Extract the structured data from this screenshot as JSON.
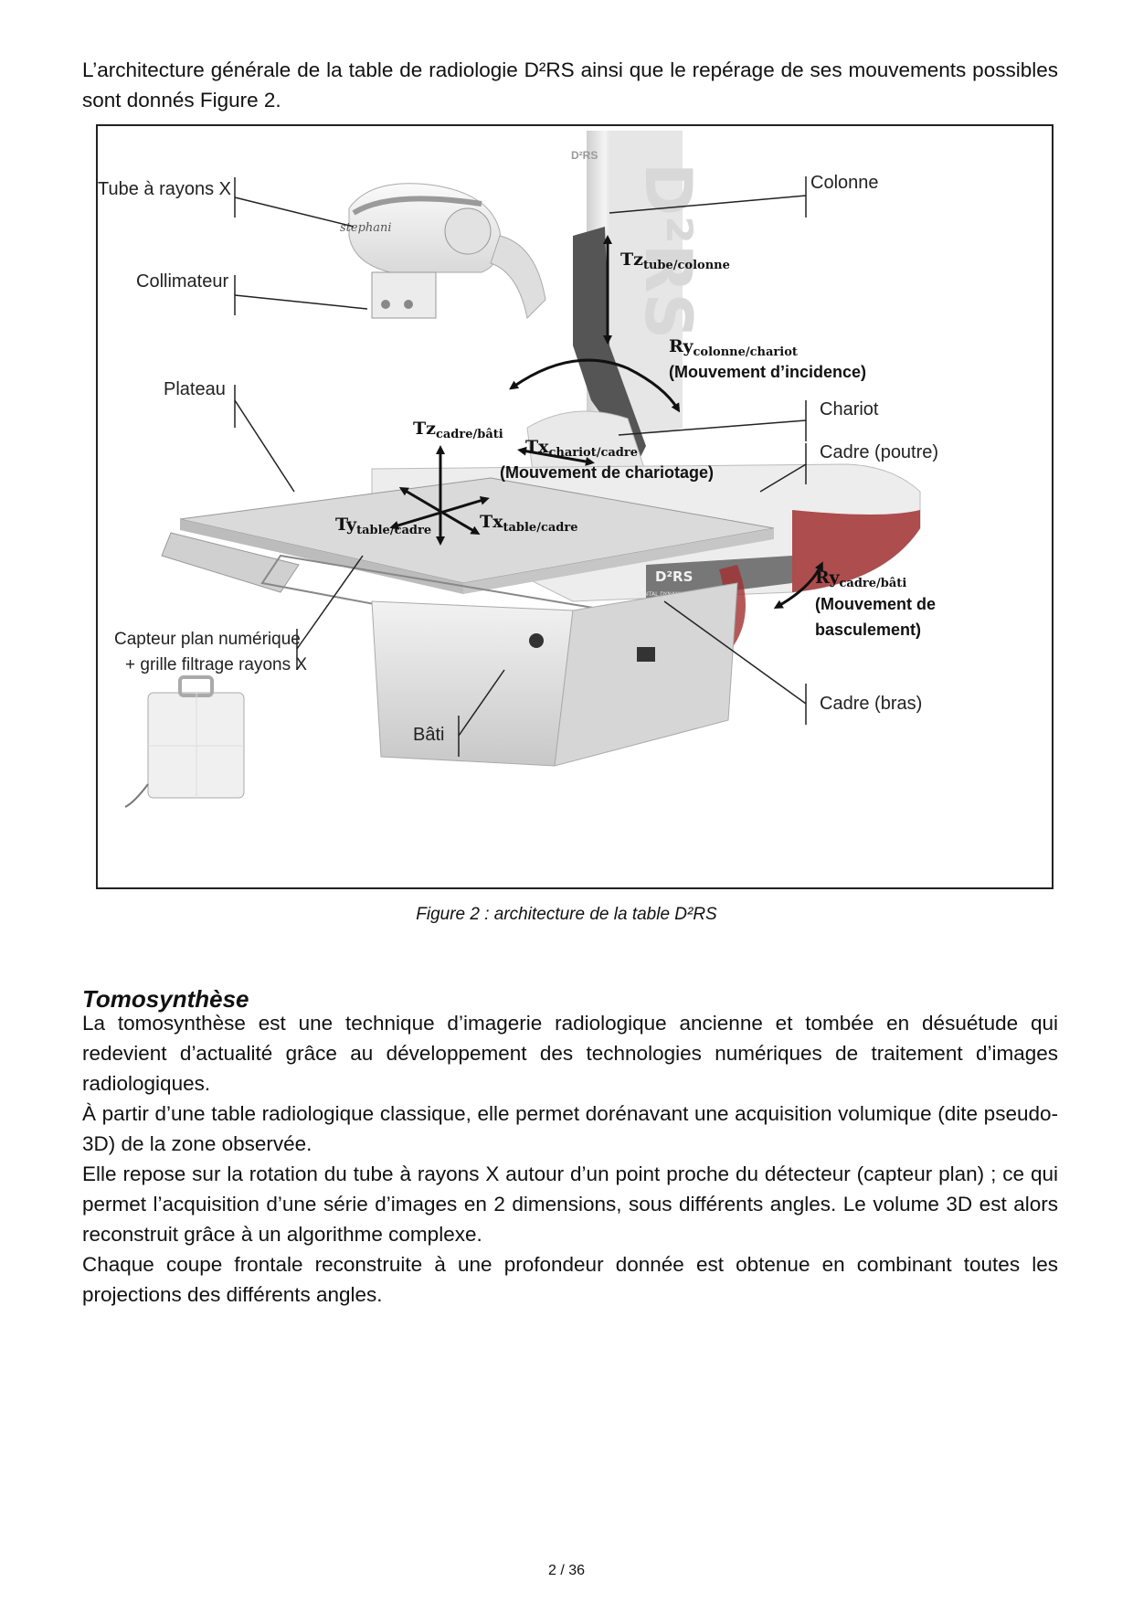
{
  "intro": "L’architecture générale de la table de radiologie D²RS ainsi que le repérage de ses mouvements possibles sont donnés Figure 2.",
  "figure": {
    "labels": {
      "tube": "Tube à rayons X",
      "collimateur": "Collimateur",
      "plateau": "Plateau",
      "colonne": "Colonne",
      "chariot": "Chariot",
      "cadre_poutre": "Cadre (poutre)",
      "cadre_bras": "Cadre (bras)",
      "bati": "Bâti",
      "capteur_line1": "Capteur plan numérique",
      "capteur_line2": "+ grille filtrage rayons X"
    },
    "movements": {
      "tz_tube": {
        "main": "Tz",
        "sub": "tube/colonne"
      },
      "ry_colonne": {
        "main": "Ry",
        "sub": "colonne/chariot",
        "desc": "(Mouvement d’incidence)"
      },
      "tz_cadre": {
        "main": "Tz",
        "sub": "cadre/bâti"
      },
      "tx_chariot": {
        "main": "Tx",
        "sub": "chariot/cadre",
        "desc": "(Mouvement de chariotage)"
      },
      "ty_table": {
        "main": "Ty",
        "sub": "table/cadre"
      },
      "tx_table": {
        "main": "Tx",
        "sub": "table/cadre"
      },
      "ry_cadre": {
        "main": "Ry",
        "sub": "cadre/bâti",
        "desc_line1": "(Mouvement de",
        "desc_line2": "basculement)"
      }
    },
    "brand": {
      "tube_logo": "stephani",
      "column_logo": "D²RS",
      "frame_logo": "D²RS",
      "frame_tagline": "DIGITAL DYNAMIC REMOTE SYSTEM"
    },
    "caption": "Figure 2 : architecture de la table D²RS"
  },
  "section": {
    "title": "Tomosynthèse",
    "paragraphs": [
      "La tomosynthèse est une technique d’imagerie radiologique ancienne et tombée en désuétude qui redevient d’actualité grâce au développement des technologies numériques de traitement d’images radiologiques.",
      "À partir d’une table radiologique classique, elle permet dorénavant une acquisition volumique (dite pseudo-3D) de la zone observée.",
      "Elle repose sur la rotation du tube à rayons X autour d’un point proche du détecteur (capteur plan) ; ce qui permet l’acquisition d’une série d’images en 2 dimensions, sous différents angles. Le volume 3D est alors reconstruit grâce à un algorithme complexe.",
      "Chaque coupe frontale reconstruite à une profondeur donnée est obtenue en combinant toutes les projections des différents angles."
    ]
  },
  "page_number": "2 / 36"
}
